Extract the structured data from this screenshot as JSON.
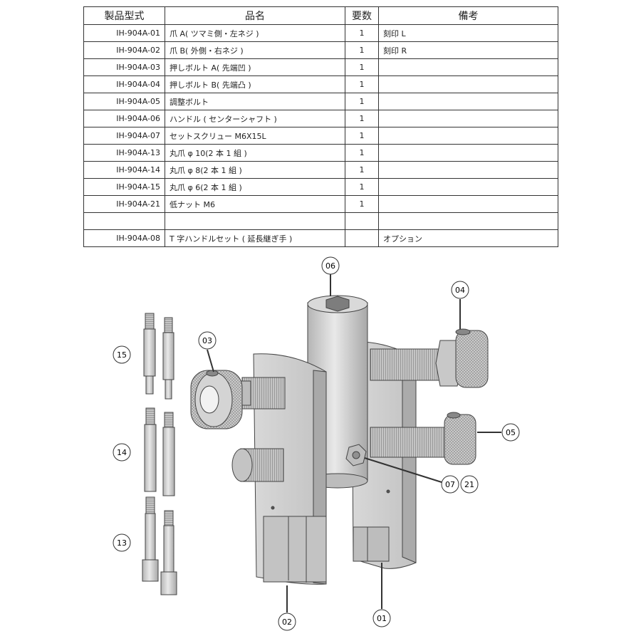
{
  "table": {
    "headers": [
      "製品型式",
      "品名",
      "要数",
      "備考"
    ],
    "rows": [
      {
        "code": "IH-904A-01",
        "name": "爪 A( ツマミ側・左ネジ )",
        "qty": "1",
        "note": "刻印 L"
      },
      {
        "code": "IH-904A-02",
        "name": "爪 B( 外側・右ネジ )",
        "qty": "1",
        "note": "刻印 R"
      },
      {
        "code": "IH-904A-03",
        "name": "押しボルト A( 先端凹 )",
        "qty": "1",
        "note": ""
      },
      {
        "code": "IH-904A-04",
        "name": "押しボルト B( 先端凸 )",
        "qty": "1",
        "note": ""
      },
      {
        "code": "IH-904A-05",
        "name": "調整ボルト",
        "qty": "1",
        "note": ""
      },
      {
        "code": "IH-904A-06",
        "name": "ハンドル ( センターシャフト )",
        "qty": "1",
        "note": ""
      },
      {
        "code": "IH-904A-07",
        "name": "セットスクリュー M6X15L",
        "qty": "1",
        "note": ""
      },
      {
        "code": "IH-904A-13",
        "name": "丸爪 φ 10(2 本 1 組 )",
        "qty": "1",
        "note": ""
      },
      {
        "code": "IH-904A-14",
        "name": "丸爪 φ 8(2 本 1 組 )",
        "qty": "1",
        "note": ""
      },
      {
        "code": "IH-904A-15",
        "name": "丸爪 φ 6(2 本 1 組 )",
        "qty": "1",
        "note": ""
      },
      {
        "code": "IH-904A-21",
        "name": "低ナット M6",
        "qty": "1",
        "note": ""
      },
      {
        "code": "",
        "name": "",
        "qty": "",
        "note": ""
      },
      {
        "code": "IH-904A-08",
        "name": "T 字ハンドルセット ( 延長継ぎ手 )",
        "qty": "",
        "note": "オプション"
      }
    ]
  },
  "callouts": {
    "c01": "01",
    "c02": "02",
    "c03": "03",
    "c04": "04",
    "c05": "05",
    "c06": "06",
    "c07": "07",
    "c13": "13",
    "c14": "14",
    "c15": "15",
    "c21": "21"
  },
  "colors": {
    "line": "#333333",
    "metal_light": "#e4e4e4",
    "metal_mid": "#c9c9c9",
    "metal_dark": "#9d9d9d"
  }
}
